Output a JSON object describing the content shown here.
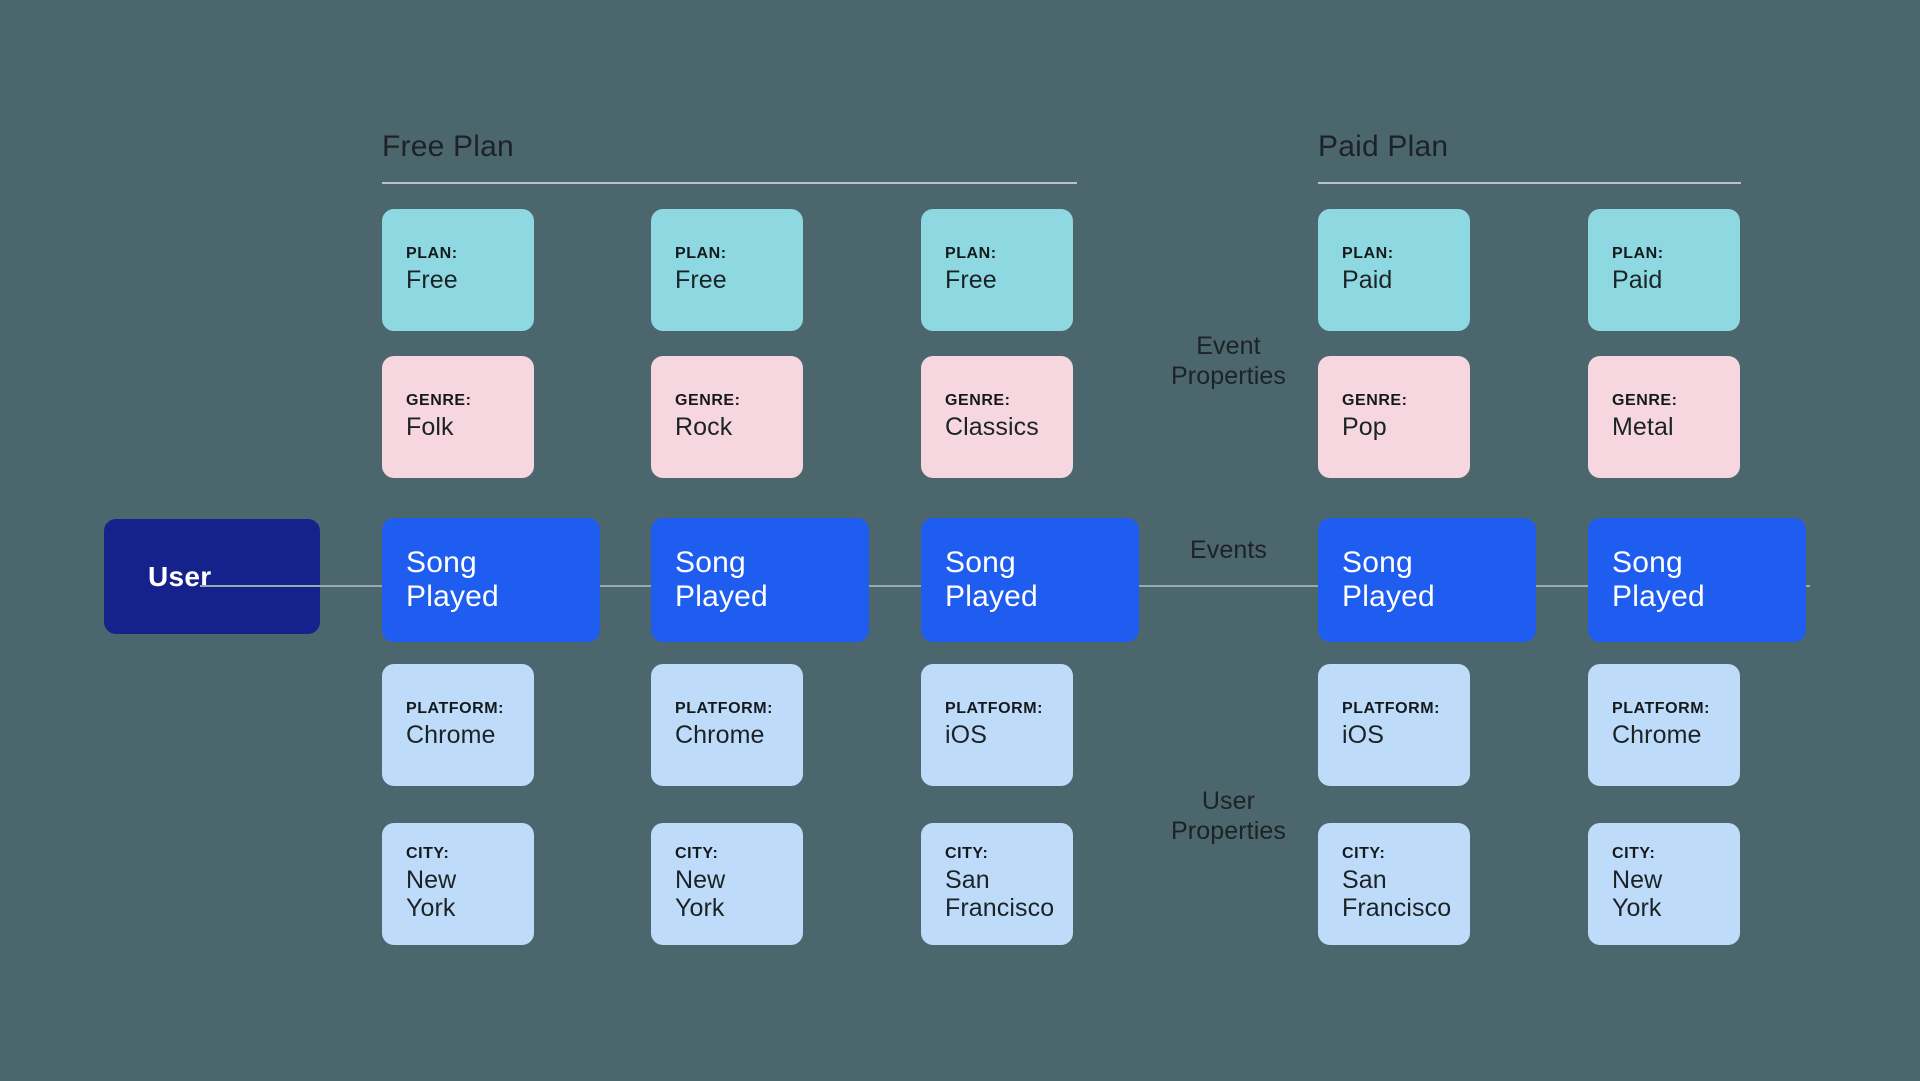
{
  "background_color": "#4c666e",
  "palette": {
    "plan_card": "#8ed9e1",
    "genre_card": "#f7d7df",
    "user_property_card": "#bedcfa",
    "event_box": "#1f5cf0",
    "user_box": "#16228c",
    "rule": "#b9c3c6",
    "connector": "#9aa9ad",
    "text_dark": "#1c2326",
    "text_light": "#ffffff"
  },
  "user_node": {
    "label": "User"
  },
  "sections": [
    {
      "title": "Free Plan"
    },
    {
      "title": "Paid Plan"
    }
  ],
  "annotations": {
    "event_properties": {
      "line1": "Event",
      "line2": "Properties"
    },
    "events": {
      "line1": "Events"
    },
    "user_properties": {
      "line1": "User",
      "line2": "Properties"
    }
  },
  "rows": {
    "plan_key": "PLAN:",
    "genre_key": "GENRE:",
    "platform_key": "PLATFORM:",
    "city_key": "CITY:"
  },
  "columns": [
    {
      "section": "Free Plan",
      "plan": {
        "key": "PLAN:",
        "value": "Free"
      },
      "genre": {
        "key": "GENRE:",
        "value": "Folk"
      },
      "event": {
        "line1": "Song",
        "line2": "Played"
      },
      "platform": {
        "key": "PLATFORM:",
        "value": "Chrome"
      },
      "city": {
        "key": "CITY:",
        "value_line1": "New York",
        "value_line2": ""
      }
    },
    {
      "section": "Free Plan",
      "plan": {
        "key": "PLAN:",
        "value": "Free"
      },
      "genre": {
        "key": "GENRE:",
        "value": "Rock"
      },
      "event": {
        "line1": "Song",
        "line2": "Played"
      },
      "platform": {
        "key": "PLATFORM:",
        "value": "Chrome"
      },
      "city": {
        "key": "CITY:",
        "value_line1": "New York",
        "value_line2": ""
      }
    },
    {
      "section": "Free Plan",
      "plan": {
        "key": "PLAN:",
        "value": "Free"
      },
      "genre": {
        "key": "GENRE:",
        "value": "Classics"
      },
      "event": {
        "line1": "Song",
        "line2": "Played"
      },
      "platform": {
        "key": "PLATFORM:",
        "value": "iOS"
      },
      "city": {
        "key": "CITY:",
        "value_line1": "San",
        "value_line2": "Francisco"
      }
    },
    {
      "section": "Paid Plan",
      "plan": {
        "key": "PLAN:",
        "value": "Paid"
      },
      "genre": {
        "key": "GENRE:",
        "value": "Pop"
      },
      "event": {
        "line1": "Song",
        "line2": "Played"
      },
      "platform": {
        "key": "PLATFORM:",
        "value": "iOS"
      },
      "city": {
        "key": "CITY:",
        "value_line1": "San",
        "value_line2": "Francisco"
      }
    },
    {
      "section": "Paid Plan",
      "plan": {
        "key": "PLAN:",
        "value": "Paid"
      },
      "genre": {
        "key": "GENRE:",
        "value": "Metal"
      },
      "event": {
        "line1": "Song",
        "line2": "Played"
      },
      "platform": {
        "key": "PLATFORM:",
        "value": "Chrome"
      },
      "city": {
        "key": "CITY:",
        "value_line1": "New York",
        "value_line2": ""
      }
    }
  ]
}
